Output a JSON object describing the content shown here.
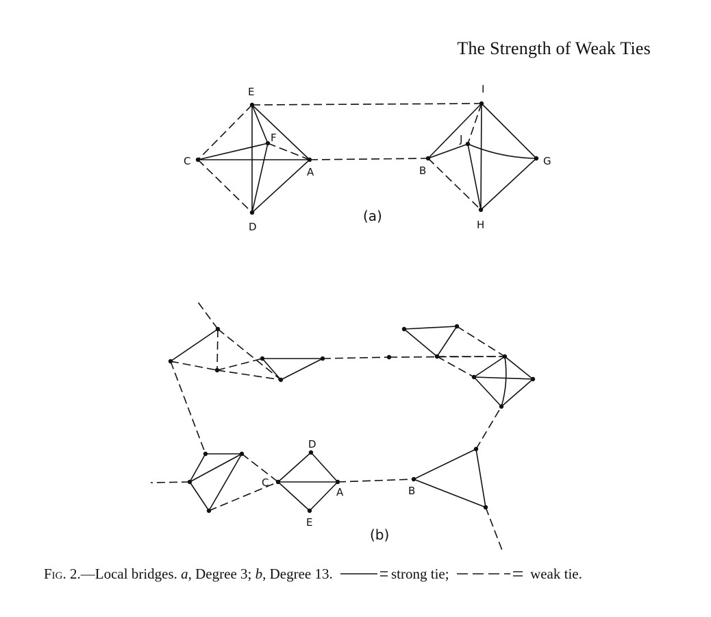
{
  "running_head": "The Strength of Weak Ties",
  "figure": {
    "panel_a": {
      "label": "(a)",
      "nodes": {
        "E": "E",
        "F": "F",
        "C": "C",
        "A": "A",
        "D": "D",
        "I": "I",
        "J": "J",
        "B": "B",
        "G": "G",
        "H": "H"
      }
    },
    "panel_b": {
      "label": "(b)",
      "nodes": {
        "D": "D",
        "C": "C",
        "A": "A",
        "E": "E",
        "B": "B"
      }
    }
  },
  "caption": {
    "fig_num": "Fig. 2.",
    "dash": "—",
    "title": "Local bridges.",
    "a_letter": "a,",
    "a_text": "Degree 3;",
    "b_letter": "b,",
    "b_text": "Degree 13.",
    "strong_text": "strong tie;",
    "weak_text": "weak tie."
  }
}
